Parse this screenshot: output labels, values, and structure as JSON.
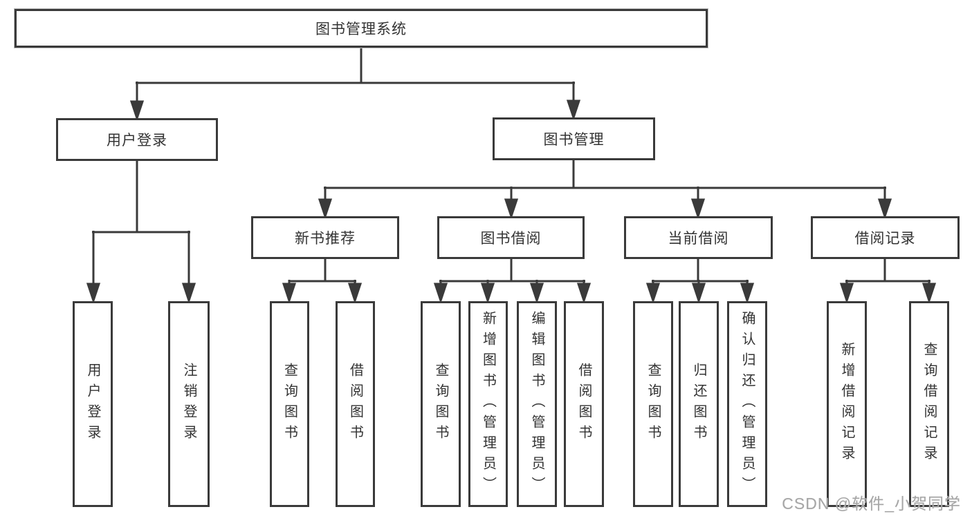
{
  "tree": {
    "label": "图书管理系统",
    "children": [
      {
        "label": "用户登录",
        "children": [
          {
            "label": "用户登录"
          },
          {
            "label": "注销登录"
          }
        ]
      },
      {
        "label": "图书管理",
        "children": [
          {
            "label": "新书推荐",
            "children": [
              {
                "label": "查询图书"
              },
              {
                "label": "借阅图书"
              }
            ]
          },
          {
            "label": "图书借阅",
            "children": [
              {
                "label": "查询图书"
              },
              {
                "label": "新增图书（管理员）"
              },
              {
                "label": "编辑图书（管理员）"
              },
              {
                "label": "借阅图书"
              }
            ]
          },
          {
            "label": "当前借阅",
            "children": [
              {
                "label": "查询图书"
              },
              {
                "label": "归还图书"
              },
              {
                "label": "确认归还（管理员）"
              }
            ]
          },
          {
            "label": "借阅记录",
            "children": [
              {
                "label": "新增借阅记录"
              },
              {
                "label": "查询借阅记录"
              }
            ]
          }
        ]
      }
    ]
  },
  "watermark": {
    "text": "CSDN @软件_小贺同学"
  },
  "colors": {
    "line": "#3a3a3a",
    "box_border": "#3a3a3a",
    "box_fill": "#ffffff",
    "text": "#333333",
    "watermark": "#a6a6a6"
  }
}
